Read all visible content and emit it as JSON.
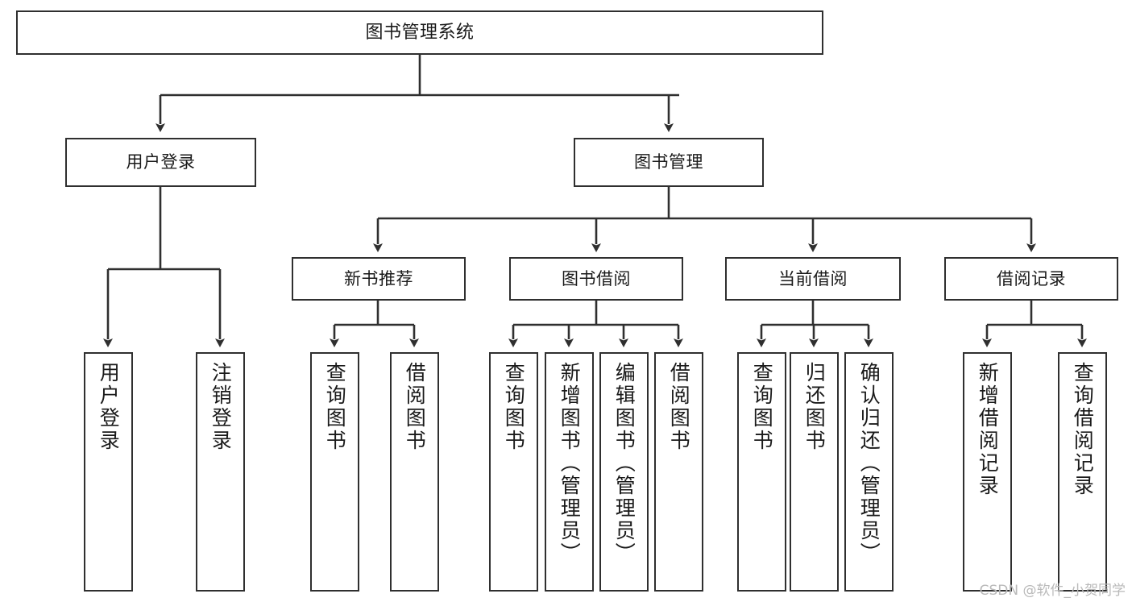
{
  "diagram": {
    "title": "图书管理系统",
    "type": "tree-hierarchy-diagram",
    "watermark": "CSDN @软件_小贺同学",
    "colors": {
      "node_border": "#2f2f2f",
      "node_fill": "#ffffff",
      "edge": "#2f2f2f",
      "text": "#1a1a1a",
      "watermark": "#b9b9b9",
      "background": "#ffffff"
    },
    "levels": {
      "root": {
        "label": "图书管理系统"
      },
      "level2": [
        {
          "label": "用户登录"
        },
        {
          "label": "图书管理"
        }
      ],
      "level3": [
        {
          "label": "新书推荐"
        },
        {
          "label": "图书借阅"
        },
        {
          "label": "当前借阅"
        },
        {
          "label": "借阅记录"
        }
      ],
      "leaves": {
        "user_login": [
          {
            "label": "用户登录"
          },
          {
            "label": "注销登录"
          }
        ],
        "new_book_recommend": [
          {
            "label": "查询图书"
          },
          {
            "label": "借阅图书"
          }
        ],
        "book_borrow": [
          {
            "label": "查询图书"
          },
          {
            "label": "新增图书（管理员）"
          },
          {
            "label": "编辑图书（管理员）"
          },
          {
            "label": "借阅图书"
          }
        ],
        "current_borrow": [
          {
            "label": "查询图书"
          },
          {
            "label": "归还图书"
          },
          {
            "label": "确认归还（管理员）"
          }
        ],
        "borrow_record": [
          {
            "label": "新增借阅记录"
          },
          {
            "label": "查询借阅记录"
          }
        ]
      }
    }
  }
}
